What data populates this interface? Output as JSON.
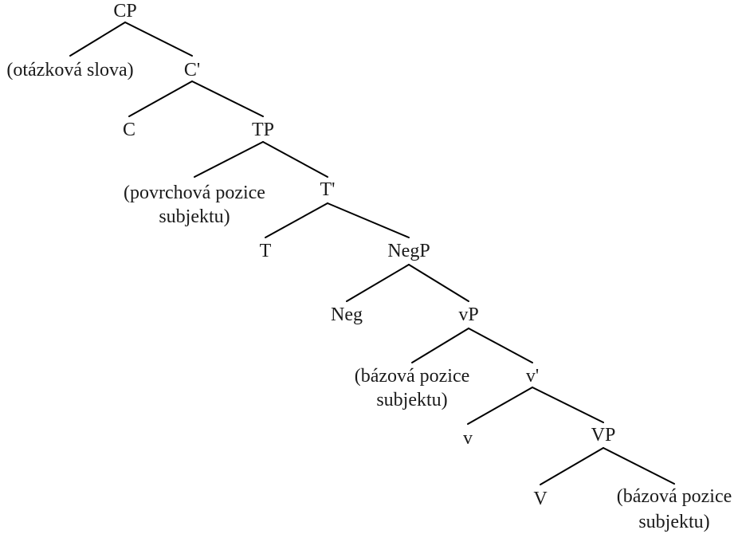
{
  "tree": {
    "nodes": [
      {
        "id": "cp",
        "lines": [
          "CP"
        ]
      },
      {
        "id": "spec-cp",
        "lines": [
          "(otázková slova)"
        ]
      },
      {
        "id": "c-bar",
        "lines": [
          "C'"
        ]
      },
      {
        "id": "c",
        "lines": [
          "C"
        ]
      },
      {
        "id": "tp",
        "lines": [
          "TP"
        ]
      },
      {
        "id": "spec-tp",
        "lines": [
          "(povrchová pozice",
          "subjektu)"
        ]
      },
      {
        "id": "t-bar",
        "lines": [
          "T'"
        ]
      },
      {
        "id": "t",
        "lines": [
          "T"
        ]
      },
      {
        "id": "negp",
        "lines": [
          "NegP"
        ]
      },
      {
        "id": "neg",
        "lines": [
          "Neg"
        ]
      },
      {
        "id": "vp-small",
        "lines": [
          "vP"
        ]
      },
      {
        "id": "spec-vp-small",
        "lines": [
          "(bázová pozice",
          "subjektu)"
        ]
      },
      {
        "id": "v-bar",
        "lines": [
          "v'"
        ]
      },
      {
        "id": "v-small",
        "lines": [
          "v"
        ]
      },
      {
        "id": "vp",
        "lines": [
          "VP"
        ]
      },
      {
        "id": "v",
        "lines": [
          "V"
        ]
      },
      {
        "id": "comp-vp",
        "lines": [
          "(bázová pozice",
          "subjektu)"
        ]
      }
    ],
    "edges": [
      [
        "cp",
        "spec-cp"
      ],
      [
        "cp",
        "c-bar"
      ],
      [
        "c-bar",
        "c"
      ],
      [
        "c-bar",
        "tp"
      ],
      [
        "tp",
        "spec-tp"
      ],
      [
        "tp",
        "t-bar"
      ],
      [
        "t-bar",
        "t"
      ],
      [
        "t-bar",
        "negp"
      ],
      [
        "negp",
        "neg"
      ],
      [
        "negp",
        "vp-small"
      ],
      [
        "vp-small",
        "spec-vp-small"
      ],
      [
        "vp-small",
        "v-bar"
      ],
      [
        "v-bar",
        "v-small"
      ],
      [
        "v-bar",
        "vp"
      ],
      [
        "vp",
        "v"
      ],
      [
        "vp",
        "comp-vp"
      ]
    ]
  }
}
